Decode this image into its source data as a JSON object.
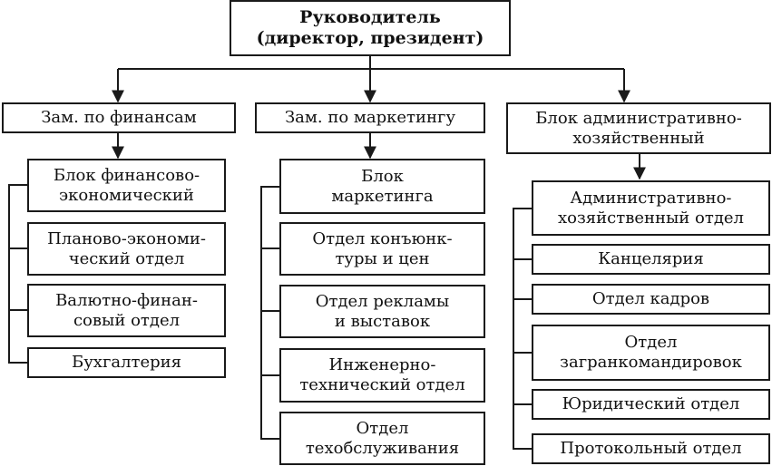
{
  "root": {
    "label": "Руководитель\n(директор, президент)"
  },
  "deputies": [
    {
      "label": "Зам. по финансам",
      "units": [
        "Блок финансово-\nэкономический",
        "Планово-экономи-\nческий отдел",
        "Валютно-финан-\nсовый отдел",
        "Бухгалтерия"
      ]
    },
    {
      "label": "Зам. по маркетингу",
      "units": [
        "Блок\nмаркетинга",
        "Отдел конъюнк-\nтуры и цен",
        "Отдел рекламы\nи выставок",
        "Инженерно-\nтехнический отдел",
        "Отдел\nтехобслуживания"
      ]
    },
    {
      "label": "Блок административно-\nхозяйственный",
      "units": [
        "Административно-\nхозяйственный отдел",
        "Канцелярия",
        "Отдел кадров",
        "Отдел\nзагранкомандировок",
        "Юридический отдел",
        "Протокольный отдел"
      ]
    }
  ]
}
